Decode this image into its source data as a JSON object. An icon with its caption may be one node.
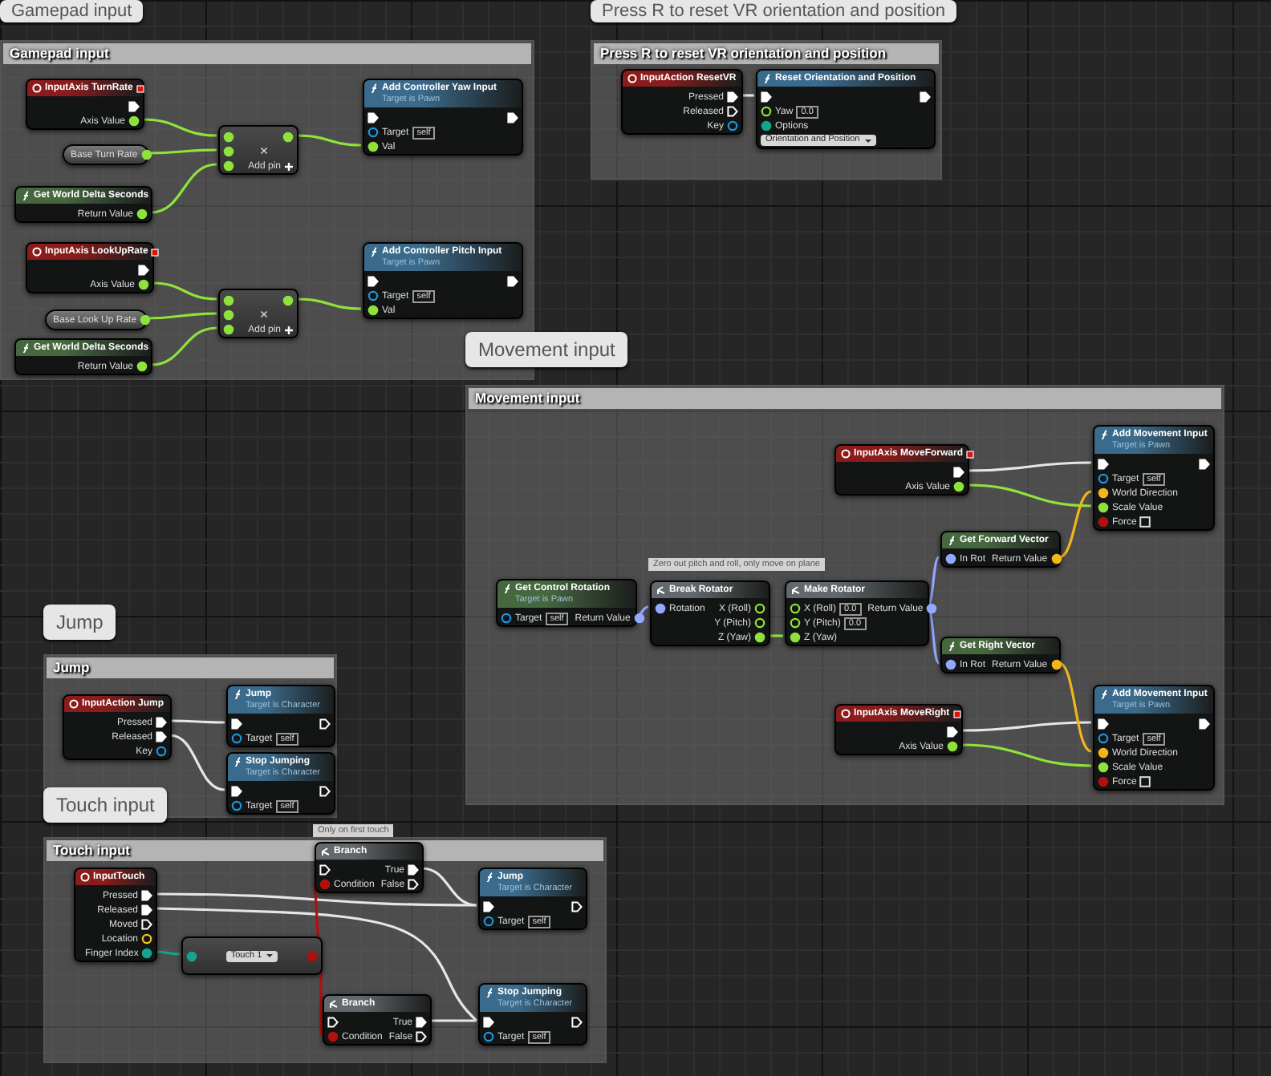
{
  "diagram": {
    "nodes": [
      {
        "text": [
          "Gamepad input"
        ],
        "beside": [
          "Gamepad input"
        ]
      },
      {
        "text": [
          "InputAxis TurnRate",
          "Axis Value"
        ],
        "in": 0
      },
      {
        "text": [
          "Base Turn Rate"
        ],
        "in": 0
      },
      {
        "text": [
          "Get World Delta Seconds",
          "Return Value"
        ],
        "in": 0
      },
      {
        "text": [
          "×",
          "Add pin"
        ],
        "in": 0
      },
      {
        "text": [
          "Add Controller Yaw Input",
          "Target is Pawn",
          "Target",
          "self",
          "Val"
        ],
        "in": 0
      },
      {
        "text": [
          "InputAxis LookUpRate",
          "Axis Value"
        ],
        "in": 0
      },
      {
        "text": [
          "Base Look Up Rate"
        ],
        "in": 0
      },
      {
        "text": [
          "Get World Delta Seconds",
          "Return Value"
        ],
        "in": 0
      },
      {
        "text": [
          "×",
          "Add pin"
        ],
        "in": 0
      },
      {
        "text": [
          "Add Controller Pitch Input",
          "Target is Pawn",
          "Target",
          "self",
          "Val"
        ],
        "in": 0
      },
      {
        "text": [
          "Press R to reset VR orientation and position"
        ],
        "beside": [
          "Press R to reset VR orientation and position"
        ]
      },
      {
        "text": [
          "InputAction ResetVR",
          "Pressed",
          "Released",
          "Key"
        ],
        "in": 11
      },
      {
        "text": [
          "Reset Orientation and Position",
          "Yaw",
          "0.0",
          "Options",
          "Orientation and Position"
        ],
        "in": 11
      },
      {
        "text": [
          "Movement input"
        ],
        "beside": [
          "Movement input"
        ]
      },
      {
        "text": [
          "InputAxis MoveForward",
          "Axis Value"
        ],
        "in": 14
      },
      {
        "text": [
          "Add Movement Input",
          "Target is Pawn",
          "Target",
          "self",
          "World Direction",
          "Scale Value",
          "Force"
        ],
        "in": 14
      },
      {
        "text": [
          "Get Forward Vector",
          "In Rot",
          "Return Value"
        ],
        "in": 14
      },
      {
        "text": [
          "Get Control Rotation",
          "Target is Pawn",
          "Target",
          "self",
          "Return Value"
        ],
        "in": 14
      },
      {
        "text": [
          "Break Rotator",
          "Rotation",
          "X (Roll)",
          "Y (Pitch)",
          "Z (Yaw)"
        ],
        "in": 14,
        "beside": [
          "Zero out pitch and roll, only move on plane"
        ]
      },
      {
        "text": [
          "Make Rotator",
          "X (Roll)",
          "0.0",
          "Return Value",
          "Y (Pitch)",
          "0.0",
          "Z (Yaw)"
        ],
        "in": 14
      },
      {
        "text": [
          "Get Right Vector",
          "In Rot",
          "Return Value"
        ],
        "in": 14
      },
      {
        "text": [
          "InputAxis MoveRight",
          "Axis Value"
        ],
        "in": 14
      },
      {
        "text": [
          "Add Movement Input",
          "Target is Pawn",
          "Target",
          "self",
          "World Direction",
          "Scale Value",
          "Force"
        ],
        "in": 14
      },
      {
        "text": [
          "Jump"
        ],
        "beside": [
          "Jump"
        ]
      },
      {
        "text": [
          "InputAction Jump",
          "Pressed",
          "Released",
          "Key"
        ],
        "in": 24
      },
      {
        "text": [
          "Jump",
          "Target is Character",
          "Target",
          "self"
        ],
        "in": 24
      },
      {
        "text": [
          "Stop Jumping",
          "Target is Character",
          "Target",
          "self"
        ],
        "in": 24
      },
      {
        "text": [
          "Touch input"
        ],
        "beside": [
          "Touch input"
        ]
      },
      {
        "text": [
          "InputTouch",
          "Pressed",
          "Released",
          "Moved",
          "Location",
          "Finger Index"
        ],
        "in": 28
      },
      {
        "text": [
          "Branch",
          "True",
          "Condition",
          "False"
        ],
        "in": 28,
        "beside": [
          "Only on first touch"
        ]
      },
      {
        "text": [
          "Touch 1"
        ],
        "in": 28
      },
      {
        "text": [
          "Jump",
          "Target is Character",
          "Target",
          "self"
        ],
        "in": 28
      },
      {
        "text": [
          "Branch",
          "True",
          "Condition",
          "False"
        ],
        "in": 28
      },
      {
        "text": [
          "Stop Jumping",
          "Target is Character",
          "Target",
          "self"
        ],
        "in": 28
      }
    ],
    "edges": [
      {
        "from": 1,
        "to": 4,
        "arrow": "none"
      },
      {
        "from": 2,
        "to": 4,
        "arrow": "none"
      },
      {
        "from": 3,
        "to": 4,
        "arrow": "none"
      },
      {
        "from": 4,
        "to": 5,
        "arrow": "none"
      },
      {
        "from": 6,
        "to": 9,
        "arrow": "none"
      },
      {
        "from": 7,
        "to": 9,
        "arrow": "none"
      },
      {
        "from": 8,
        "to": 9,
        "arrow": "none"
      },
      {
        "from": 9,
        "to": 10,
        "arrow": "none"
      },
      {
        "from": 12,
        "to": 13,
        "arrow": "none",
        "color": "#e6e6e6"
      },
      {
        "from": 15,
        "to": 16,
        "arrow": "none",
        "color": "#e6e6e6"
      },
      {
        "from": 15,
        "to": 16,
        "arrow": "none"
      },
      {
        "from": 18,
        "to": 19,
        "arrow": "none",
        "color": "#93a8ff"
      },
      {
        "from": 19,
        "to": 20,
        "arrow": "none"
      },
      {
        "from": 20,
        "to": 17,
        "arrow": "none",
        "color": "#93a8ff"
      },
      {
        "from": 20,
        "to": 21,
        "arrow": "none",
        "color": "#93a8ff"
      },
      {
        "from": 17,
        "to": 16,
        "arrow": "none",
        "color": "#f2b51c"
      },
      {
        "from": 22,
        "to": 23,
        "arrow": "none",
        "color": "#e6e6e6"
      },
      {
        "from": 22,
        "to": 23,
        "arrow": "none"
      },
      {
        "from": 21,
        "to": 23,
        "arrow": "none",
        "color": "#f2b51c"
      },
      {
        "from": 25,
        "to": 26,
        "arrow": "none",
        "color": "#e6e6e6"
      },
      {
        "from": 25,
        "to": 27,
        "arrow": "none",
        "color": "#e6e6e6"
      },
      {
        "from": 29,
        "to": 32,
        "arrow": "none",
        "color": "#e6e6e6"
      },
      {
        "from": 30,
        "to": 32,
        "arrow": "none",
        "color": "#e6e6e6"
      },
      {
        "from": 29,
        "to": 34,
        "arrow": "none",
        "color": "#e6e6e6"
      },
      {
        "from": 33,
        "to": 34,
        "arrow": "none",
        "color": "#e6e6e6"
      },
      {
        "from": 29,
        "to": 31,
        "arrow": "none",
        "color": "#14a58f"
      },
      {
        "from": 31,
        "to": 30,
        "arrow": "none",
        "color": "#b01010"
      },
      {
        "from": 31,
        "to": 33,
        "arrow": "none",
        "color": "#b01010"
      }
    ]
  }
}
